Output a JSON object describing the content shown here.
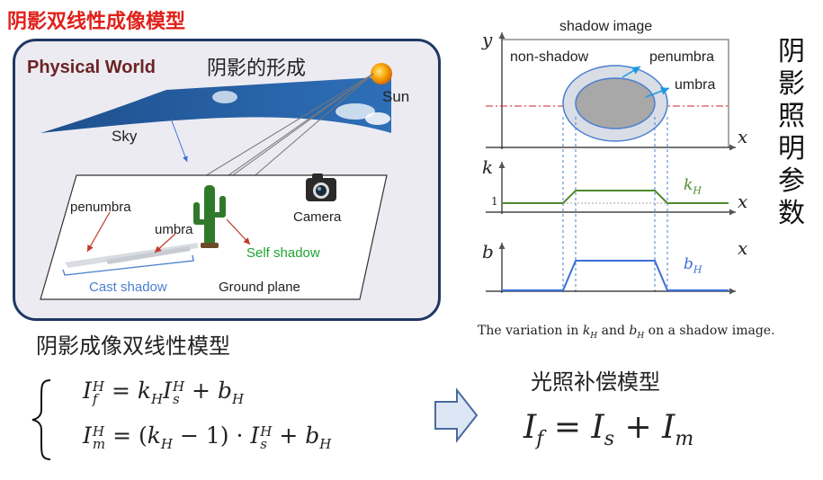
{
  "title": "阴影双线性成像模型",
  "physical_world": {
    "label": "Physical World",
    "subtitle": "阴影的形成",
    "sun": "Sun",
    "sky": "Sky",
    "camera": "Camera",
    "penumbra": "penumbra",
    "umbra": "umbra",
    "self_shadow": "Self shadow",
    "cast_shadow": "Cast shadow",
    "ground_plane": "Ground plane",
    "sun_color": "#f5a000",
    "sky_color": "#1f5fa6",
    "self_shadow_color": "#1fa333",
    "cast_shadow_color": "#4a7fd0"
  },
  "shadow_plot": {
    "title": "shadow image",
    "y_axis": "y",
    "x_axis": "x",
    "non_shadow": "non-shadow",
    "penumbra": "penumbra",
    "umbra": "umbra",
    "k_axis": "k",
    "k_curve": "k",
    "k_sub": "H",
    "one": "1",
    "b_axis": "b",
    "b_curve": "b",
    "b_sub": "H",
    "k_color": "#4e8a2e",
    "b_color": "#3a6fd8",
    "caption": {
      "t1": "The variation in",
      "k": "k",
      "ks": "H",
      "and": "and",
      "b": "b",
      "bs": "H",
      "t2": "on a shadow image."
    }
  },
  "vertical_label": [
    "阴",
    "影",
    "照",
    "明",
    "参",
    "数"
  ],
  "model": {
    "heading": "阴影成像双线性模型",
    "eq1": {
      "lhs": "I",
      "lhs_sub": "f",
      "lhs_sup": "H",
      "eq": "=",
      "k": "k",
      "k_sub": "H",
      "i": "I",
      "i_sub": "s",
      "i_sup": "H",
      "plus": "+",
      "b": "b",
      "b_sub": "H"
    },
    "eq2": {
      "lhs": "I",
      "lhs_sub": "m",
      "lhs_sup": "H",
      "eq": "=",
      "open": "(",
      "k": "k",
      "k_sub": "H",
      "minus": "− 1)",
      "dot": "·",
      "i": "I",
      "i_sub": "s",
      "i_sup": "H",
      "plus": "+",
      "b": "b",
      "b_sub": "H"
    }
  },
  "compensation": {
    "heading": "光照补偿模型",
    "lhs": "I",
    "lhs_sub": "f",
    "eq": "=",
    "t1": "I",
    "t1_sub": "s",
    "plus": "+",
    "t2": "I",
    "t2_sub": "m"
  }
}
